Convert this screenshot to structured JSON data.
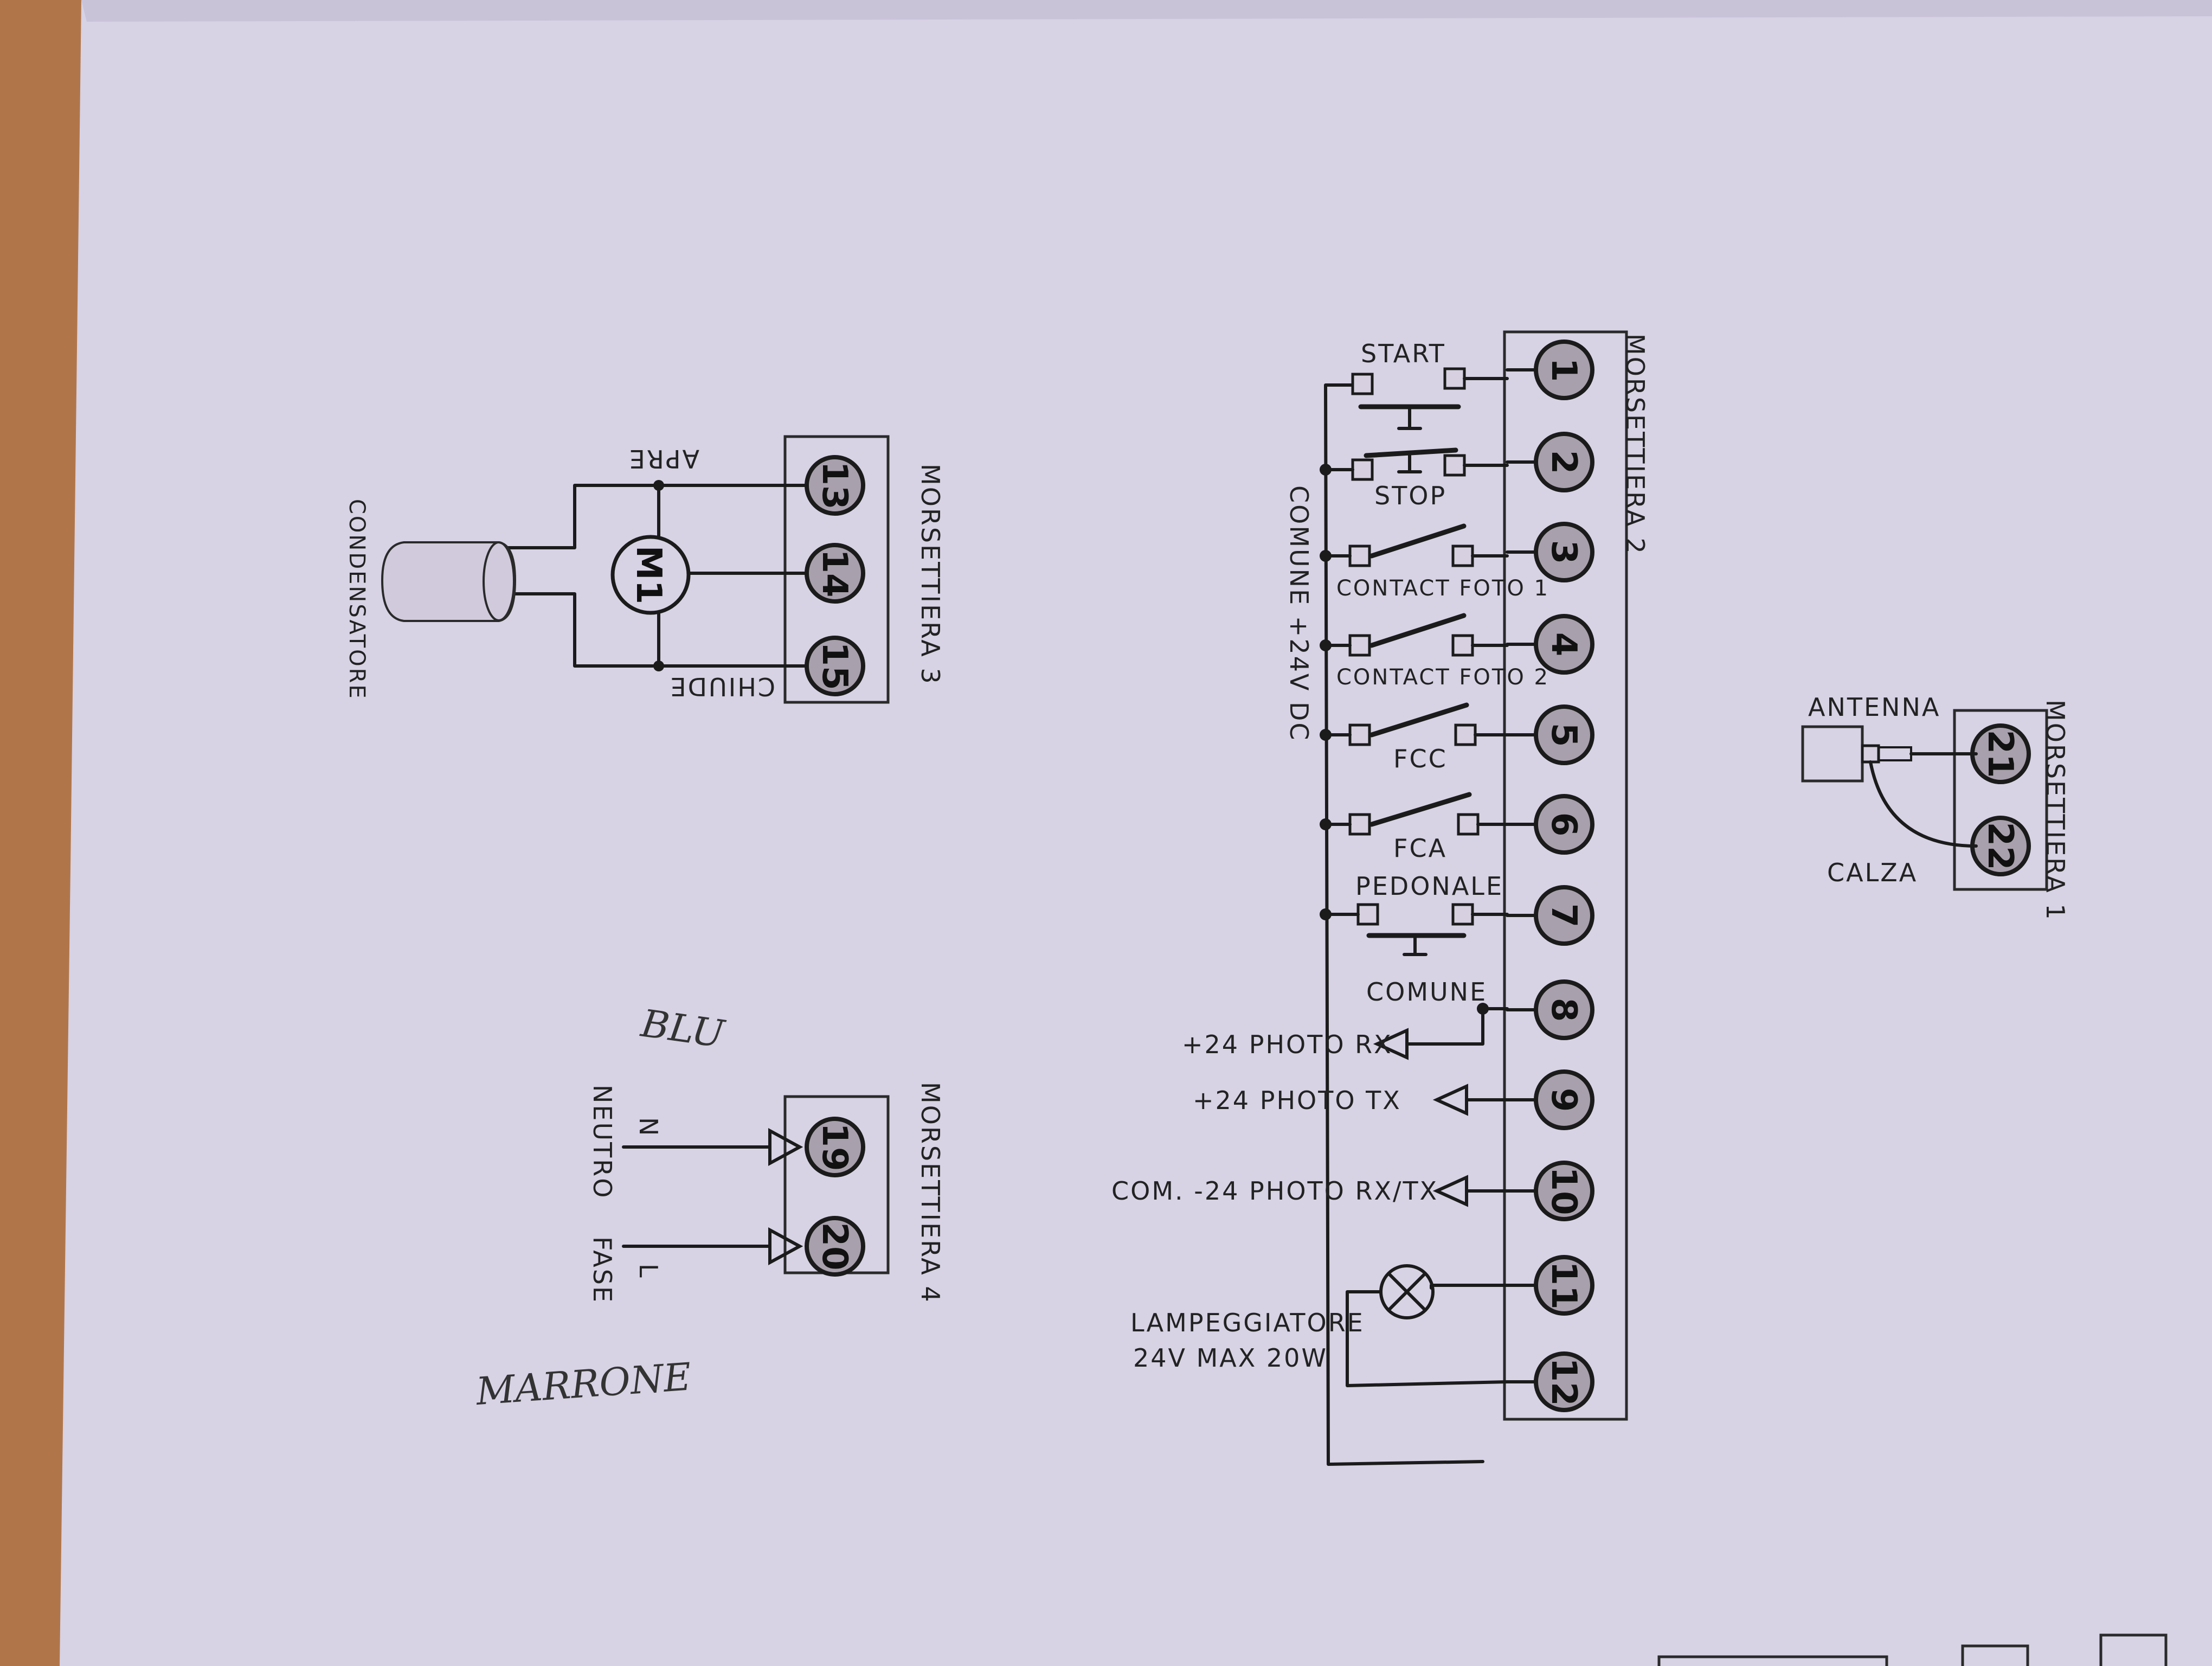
{
  "morsettiera2": {
    "title": "MORSETTIERA 2",
    "terminals": [
      "1",
      "2",
      "3",
      "4",
      "5",
      "6",
      "7",
      "8",
      "9",
      "10",
      "11",
      "12"
    ],
    "start": "START",
    "stop": "STOP",
    "contact_foto1": "CONTACT FOTO 1",
    "contact_foto2": "CONTACT FOTO 2",
    "fcc": "FCC",
    "fca": "FCA",
    "pedonale": "PEDONALE",
    "comune": "COMUNE",
    "comune_24v": "COMUNE +24V DC",
    "photo_rx": "+24 PHOTO RX",
    "photo_tx": "+24 PHOTO TX",
    "com_rxtx": "COM. -24 PHOTO RX/TX",
    "lampeggiatore": "LAMPEGGIATORE",
    "lamp_spec": "24V  MAX 20W"
  },
  "morsettiera1": {
    "title": "MORSETTIERA 1",
    "terminals": [
      "21",
      "22"
    ],
    "antenna": "ANTENNA",
    "calza": "CALZA"
  },
  "morsettiera3": {
    "title": "MORSETTIERA 3",
    "terminals": [
      "13",
      "14",
      "15"
    ],
    "apre": "APRE",
    "chiude": "CHIUDE",
    "motor": "M1",
    "condensatore": "CONDENSATORE"
  },
  "morsettiera4": {
    "title": "MORSETTIERA 4",
    "terminals": [
      "19",
      "20"
    ],
    "n": "N",
    "neutro": "NEUTRO",
    "l": "L",
    "fase": "FASE"
  },
  "handwritten": {
    "blu": "BLU",
    "marrone": "MARRONE"
  }
}
